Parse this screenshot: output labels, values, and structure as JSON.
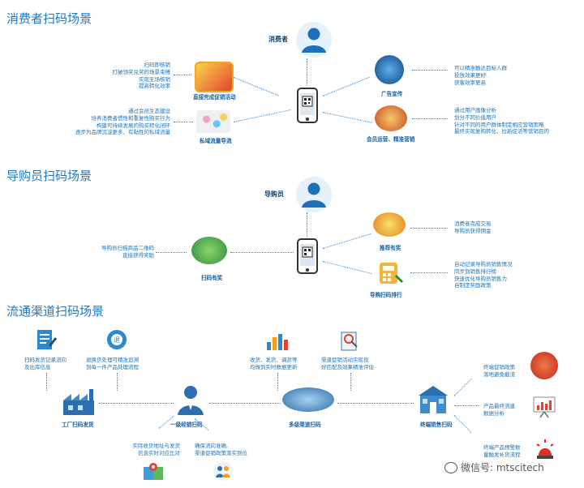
{
  "sections": {
    "consumer": {
      "title": "消费者扫码场景",
      "actor": "消费者",
      "left_texts": {
        "promo": [
          "扫码即核销",
          "打破领奖兑奖的场景束缚",
          "实现无场核销",
          "提高转化效率"
        ],
        "private": [
          "通过会员生态建设",
          "培养消费者惯性和重复性购买行为",
          "构建可持续发展的购买转化闭环",
          "逐步为品牌沉淀更多、有黏性的私域流量"
        ]
      },
      "right_texts": {
        "ads": [
          "可以精准触达目标人群",
          "投放效果更好",
          "获客效率更高"
        ],
        "member": [
          "通过用户画像分析",
          "划分不同价值用户",
          "针对不同的用户群体制定相应营销策略",
          "最终实现复购转化、拉新促活等营销目的"
        ]
      },
      "labels": {
        "promo": "直接完成促销活动",
        "private": "私域流量导流",
        "ads": "广告宣传",
        "member": "会员运营、精准营销"
      }
    },
    "guide": {
      "title": "导购员扫码场景",
      "actor": "导购员",
      "left_texts": {
        "scan": [
          "导购员扫描商品二维码",
          "直接获得奖励"
        ]
      },
      "right_texts": {
        "reward": [
          "消费者完成交易",
          "导购员获得佣金"
        ],
        "rank": [
          "自动记录导购员销售情况",
          "同步到销售排行榜",
          "快速优化导购员销售力",
          "自制定奖励政策"
        ]
      },
      "labels": {
        "scan": "扫码有奖",
        "reward": "推荐有奖",
        "rank": "导购扫码排行"
      }
    },
    "channel": {
      "title": "流通渠道扫码场景",
      "top_texts": {
        "ship": [
          "扫码发货记录流向",
          "及出库信息"
        ],
        "return": [
          "退换货处理可精准追溯",
          "到每一件产品处理流程"
        ],
        "data": [
          "收货、发货、调货等",
          "均做到实时数据更新"
        ],
        "eval": [
          "渠道促销活动实现良",
          "好匹配及效果精准评估"
        ]
      },
      "nodes": {
        "factory": "工厂扫码发货",
        "dealer": "一级经销扫码",
        "multi": "多级渠道扫码",
        "terminal": "终端销售扫码"
      },
      "bottom_texts": {
        "receive": [
          "实际收货地址与发货",
          "信息实时对应比对"
        ],
        "policy": [
          "确保流向准确,",
          "渠道促销政策落实到位"
        ]
      },
      "right_texts": {
        "anti": [
          "终端促销政策",
          "落地避免截流"
        ],
        "analysis": [
          "产品最终流速",
          "数据分析"
        ],
        "warn": [
          "终端产品预警数",
          "量触发补货流程"
        ]
      }
    }
  },
  "watermark": "微信号: mtscitech",
  "colors": {
    "primary": "#1e78c2",
    "dark": "#14467a",
    "line": "#2a8ad8"
  }
}
